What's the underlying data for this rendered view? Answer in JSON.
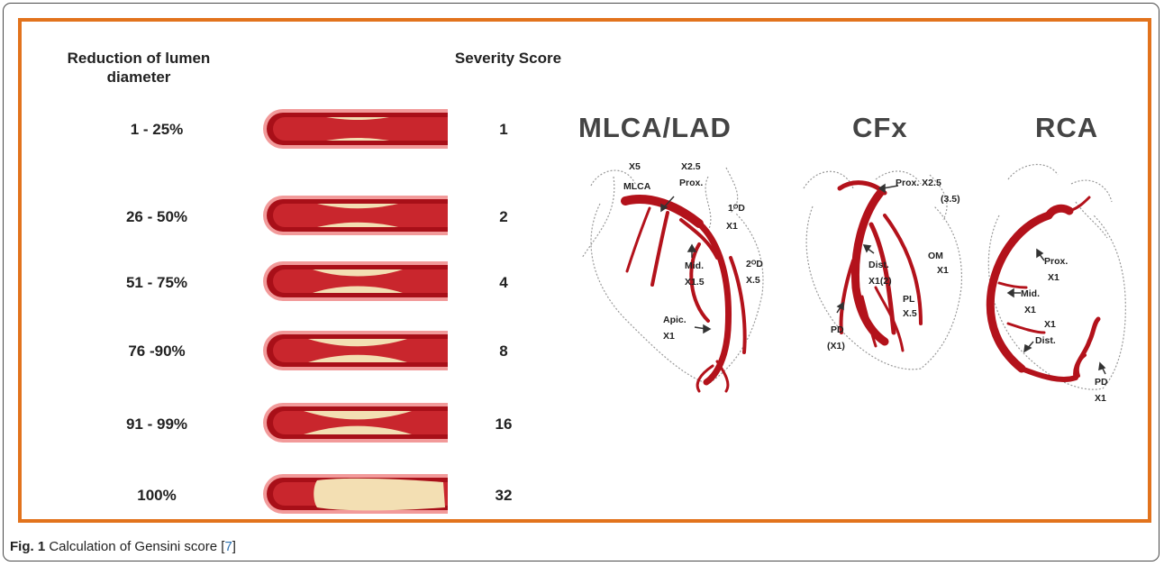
{
  "headers": {
    "reduction": "Reduction of lumen diameter",
    "severity": "Severity Score"
  },
  "rows": [
    {
      "range": "1 - 25%",
      "score": "1"
    },
    {
      "range": "26 - 50%",
      "score": "2"
    },
    {
      "range": "51 - 75%",
      "score": "4"
    },
    {
      "range": "76 -90%",
      "score": "8"
    },
    {
      "range": "91 - 99%",
      "score": "16"
    },
    {
      "range": "100%",
      "score": "32"
    }
  ],
  "vessels": {
    "lad": {
      "title": "MLCA/LAD",
      "labels": [
        "X5",
        "MLCA",
        "X2.5",
        "Prox.",
        "1ᴼD",
        "X1",
        "Mid.",
        "X1.5",
        "2ᴼD",
        "X.5",
        "Apic.",
        "X1"
      ]
    },
    "cfx": {
      "title": "CFx",
      "labels": [
        "Prox. X2.5",
        "(3.5)",
        "OM",
        "X1",
        "Dist.",
        "X1(2)",
        "PL",
        "X.5",
        "PD",
        "(X1)"
      ]
    },
    "rca": {
      "title": "RCA",
      "labels": [
        "Prox.",
        "X1",
        "Mid.",
        "X1",
        "X1",
        "Dist.",
        "PD",
        "X1"
      ]
    }
  },
  "caption": {
    "fig": "Fig. 1",
    "text": "Calculation of Gensini score [",
    "ref": "7",
    "end": "]"
  },
  "colors": {
    "frame": "#e2731d",
    "artery": "#b3121b",
    "plaque": "#f3dfb3"
  }
}
